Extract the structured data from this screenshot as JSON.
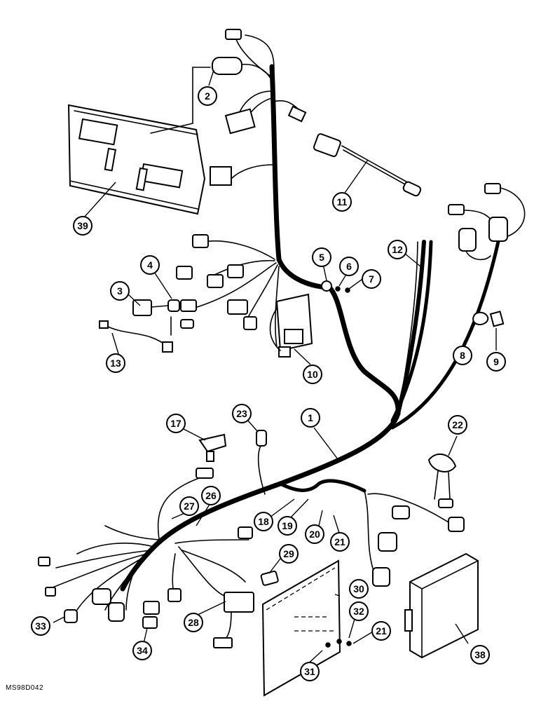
{
  "figure_code": "MS98D042",
  "callouts": [
    "1",
    "2",
    "3",
    "4",
    "5",
    "6",
    "7",
    "8",
    "9",
    "10",
    "11",
    "12",
    "13",
    "17",
    "18",
    "19",
    "20",
    "21",
    "22",
    "23",
    "26",
    "27",
    "28",
    "29",
    "30",
    "31",
    "32",
    "21",
    "33",
    "34",
    "38",
    "39"
  ]
}
